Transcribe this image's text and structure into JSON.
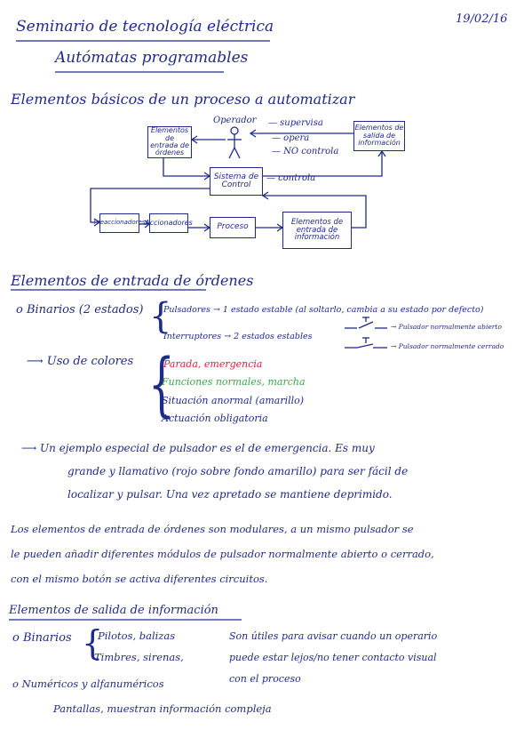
{
  "header": {
    "title_line1": "Seminario de tecnología eléctrica",
    "title_line2": "Autómatas programables",
    "date": "19/02/16"
  },
  "section1": {
    "heading": "Elementos básicos de un proceso a automatizar",
    "operator_label": "Operador",
    "arrow_supervisa": "— supervisa",
    "arrow_opera": "— opera",
    "arrow_no_controla": "— NO controla",
    "arrow_controla": "— controla",
    "boxes": {
      "entrada_ordenes": "Elementos de\nentrada de\nórdenes",
      "salida_informacion": "Elementos de\nsalida de\ninformación",
      "sistema_control": "Sistema de\nControl",
      "preaccionadores": "Preaccionadores",
      "accionadores": "Accionadores",
      "proceso": "Proceso",
      "entrada_informacion": "Elementos de\nentrada de\ninformación"
    }
  },
  "section2": {
    "heading": "Elementos de entrada de órdenes",
    "binarios_label": "o Binarios (2 estados)",
    "pulsadores": "Pulsadores → 1 estado estable (al soltarlo, cambia a su estado por defecto)",
    "interruptores": "Interruptores → 2 estados estables",
    "legend_no": "→ Pulsador normalmente abierto",
    "legend_nc": "→ Pulsador normalmente cerrado",
    "colores_label": "⟶ Uso de colores",
    "color_items": [
      "Parada, emergencia",
      "Funciones normales, marcha",
      "Situación anormal (amarillo)",
      "Actuación obligatoria"
    ],
    "emergency_paragraph": [
      "⟶ Un ejemplo especial de pulsador es el de emergencia. Es muy",
      "grande y llamativo (rojo sobre fondo amarillo) para ser fácil de",
      "localizar y pulsar. Una vez apretado se mantiene deprimido."
    ],
    "modular_paragraph": [
      "Los elementos de entrada de órdenes son modulares, a un mismo pulsador se",
      "le pueden añadir diferentes módulos de pulsador normalmente abierto o cerrado,",
      "con el mismo botón se activa diferentes circuitos."
    ]
  },
  "section3": {
    "heading": "Elementos de salida de información",
    "binarios_label": "o Binarios",
    "binarios_line1": "Pilotos, balizas",
    "binarios_line2": "Timbres, sirenas,",
    "note_line1": "Son útiles para avisar cuando un operario",
    "note_line2": "puede estar lejos/no tener contacto visual",
    "note_line3": "con el proceso",
    "numericos_label": "o Numéricos y alfanuméricos",
    "numericos_line": "Pantallas, muestran información compleja"
  },
  "colors": {
    "ink": "#1f2a8a",
    "red": "#d6243a",
    "green": "#3aa84a"
  }
}
